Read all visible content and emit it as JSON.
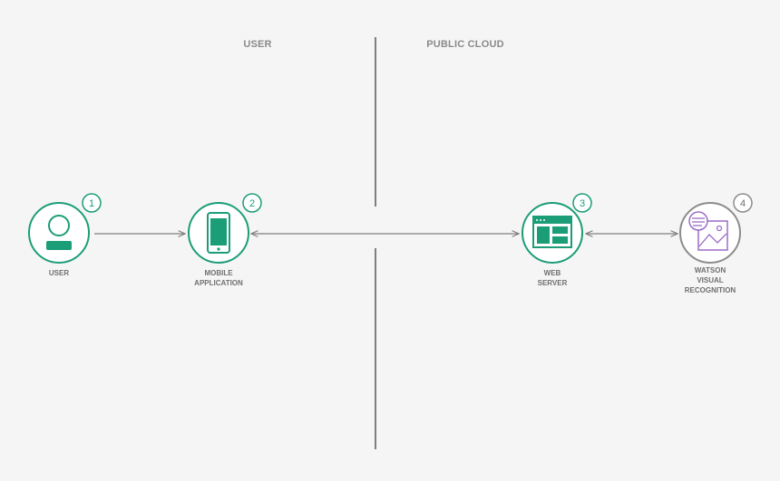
{
  "zones": {
    "user": "USER",
    "public_cloud": "PUBLIC CLOUD"
  },
  "nodes": {
    "user": {
      "label": "USER",
      "step": "1",
      "icon": "user-icon"
    },
    "mobile": {
      "label_line1": "MOBILE",
      "label_line2": "APPLICATION",
      "step": "2",
      "icon": "mobile-phone-icon"
    },
    "web_server": {
      "label_line1": "WEB",
      "label_line2": "SERVER",
      "step": "3",
      "icon": "browser-window-icon"
    },
    "watson": {
      "label_line1": "WATSON",
      "label_line2": "VISUAL",
      "label_line3": "RECOGNITION",
      "step": "4",
      "icon": "image-recognition-icon"
    }
  },
  "colors": {
    "background": "#f5f5f5",
    "accent_green": "#1b9d78",
    "watson_gray": "#8c8c8c",
    "watson_purple": "#9b6cc7",
    "line_gray": "#7f7f7f",
    "text_gray": "#6f6f6f"
  }
}
